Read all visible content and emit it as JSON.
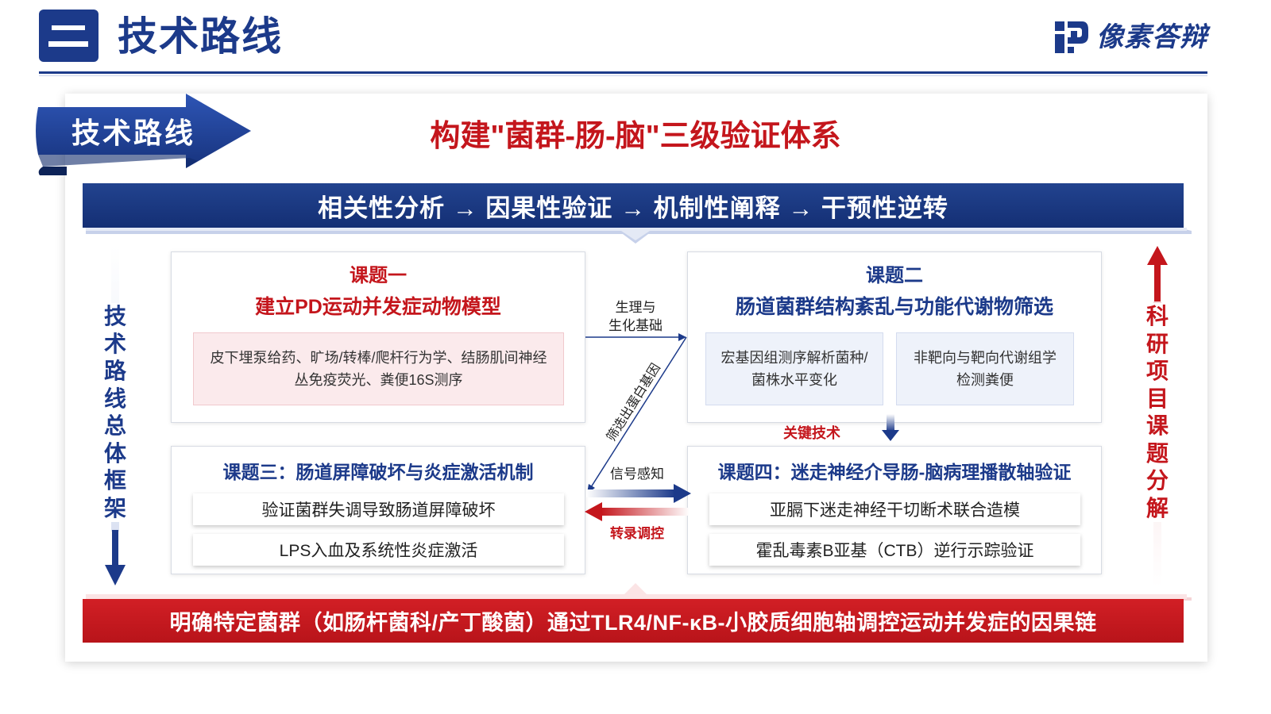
{
  "header": {
    "section_number": "二",
    "title": "技术路线",
    "brand": "像素答辩"
  },
  "card": {
    "tag_label": "技术路线",
    "heading": "构建\"菌群-肠-脑\"三级验证体系",
    "flow_text": "相关性分析 → 因果性验证 → 机制性阐释 → 干预性逆转",
    "left_side_label": "技术路线总体框架",
    "right_side_label": "科研项目课题分解",
    "topic1": {
      "label": "课题一",
      "title": "建立PD运动并发症动物模型",
      "detail": "皮下埋泵给药、旷场/转棒/爬杆行为学、结肠肌间神经丛免疫荧光、粪便16S测序"
    },
    "topic2": {
      "label": "课题二",
      "title": "肠道菌群结构紊乱与功能代谢物筛选",
      "detail_a": "宏基因组测序解析菌种/菌株水平变化",
      "detail_b": "非靶向与靶向代谢组学检测粪便"
    },
    "topic3": {
      "title": "课题三：肠道屏障破坏与炎症激活机制",
      "item_a": "验证菌群失调导致肠道屏障破坏",
      "item_b": "LPS入血及系统性炎症激活"
    },
    "topic4": {
      "title": "课题四：迷走神经介导肠-脑病理播散轴验证",
      "item_a": "亚膈下迷走神经干切断术联合造模",
      "item_b": "霍乱毒素B亚基（CTB）逆行示踪验证"
    },
    "connectors": {
      "physiology": "生理与\n生化基础",
      "screen": "筛选出蛋白基因",
      "key_tech": "关键技术",
      "signal": "信号感知",
      "transcription": "转录调控"
    },
    "conclusion": "明确特定菌群（如肠杆菌科/产丁酸菌）通过TLR4/NF-κB-小胶质细胞轴调控运动并发症的因果链"
  },
  "colors": {
    "navy": "#1c3a8a",
    "red": "#c4161c"
  }
}
